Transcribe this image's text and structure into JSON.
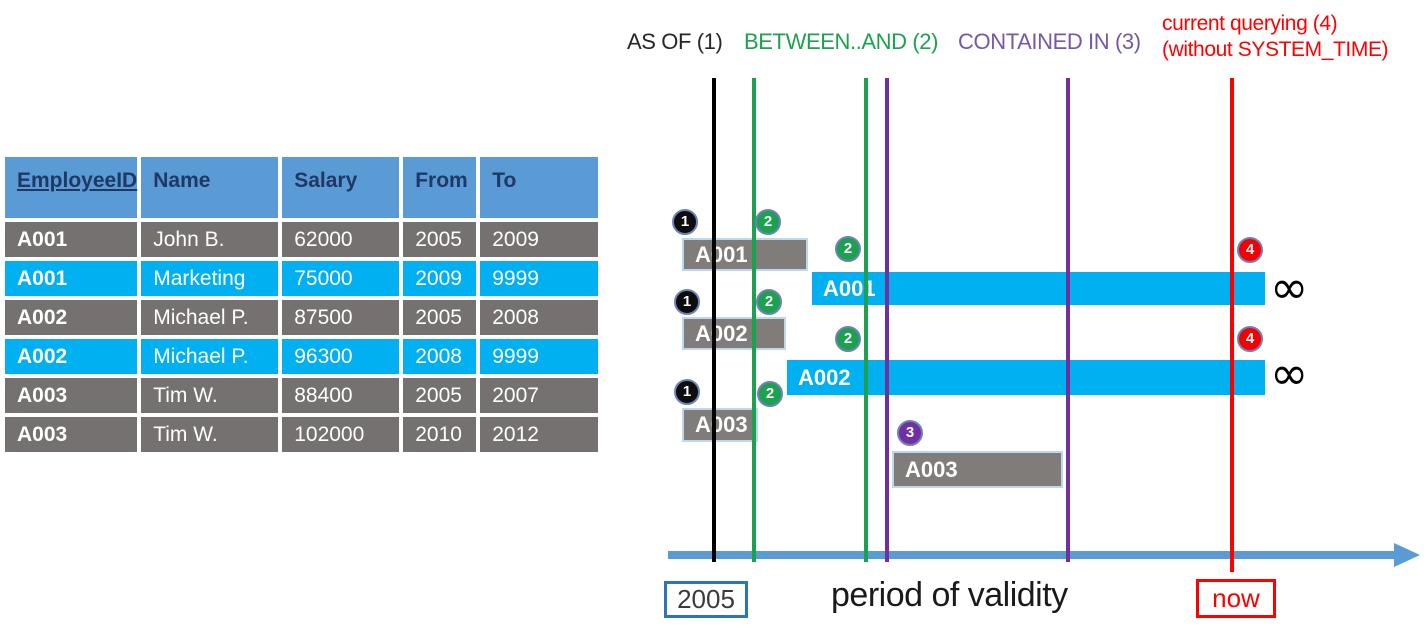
{
  "legend": {
    "as_of": "AS OF (1)",
    "between": "BETWEEN..AND (2)",
    "contained_in": "CONTAINED IN (3)",
    "current_line1": "current querying (4)",
    "current_line2": "(without SYSTEM_TIME)"
  },
  "table": {
    "headers": [
      "EmployeeID",
      "Name",
      "Salary",
      "From",
      "To"
    ],
    "rows": [
      {
        "style": "gray",
        "cells": [
          "A001",
          "John B.",
          "62000",
          "2005",
          "2009"
        ]
      },
      {
        "style": "cyan",
        "cells": [
          "A001",
          "Marketing",
          "75000",
          "2009",
          "9999"
        ]
      },
      {
        "style": "gray",
        "cells": [
          "A002",
          "Michael P.",
          "87500",
          "2005",
          "2008"
        ]
      },
      {
        "style": "cyan",
        "cells": [
          "A002",
          "Michael P.",
          "96300",
          "2008",
          "9999"
        ]
      },
      {
        "style": "gray",
        "cells": [
          "A003",
          "Tim W.",
          "88400",
          "2005",
          "2007"
        ]
      },
      {
        "style": "gray",
        "cells": [
          "A003",
          "Tim W.",
          "102000",
          "2010",
          "2012"
        ]
      }
    ]
  },
  "timeline": {
    "bars": [
      {
        "label": "A001",
        "style": "history"
      },
      {
        "label": "A001",
        "style": "current",
        "open_ended": true
      },
      {
        "label": "A002",
        "style": "history"
      },
      {
        "label": "A002",
        "style": "current",
        "open_ended": true
      },
      {
        "label": "A003",
        "style": "history"
      },
      {
        "label": "A003",
        "style": "history"
      }
    ],
    "badges": [
      "1",
      "2",
      "2",
      "4",
      "1",
      "2",
      "2",
      "4",
      "1",
      "2",
      "3"
    ],
    "infinity_symbol": "∞",
    "axis": {
      "origin_label": "2005",
      "title": "period of validity",
      "now_label": "now"
    }
  },
  "colors": {
    "header_blue": "#5B9BD5",
    "header_text_navy": "#1F3864",
    "row_gray": "#757170",
    "row_current_cyan": "#00B0F0",
    "bar_gray": "#7F7C79",
    "as_of_black": "#262626",
    "between_green": "#1CA24E",
    "contained_purple": "#7757A8",
    "line_purple": "#7030A0",
    "current_red": "#FF0000",
    "axis_blue": "#5B9BD5"
  }
}
